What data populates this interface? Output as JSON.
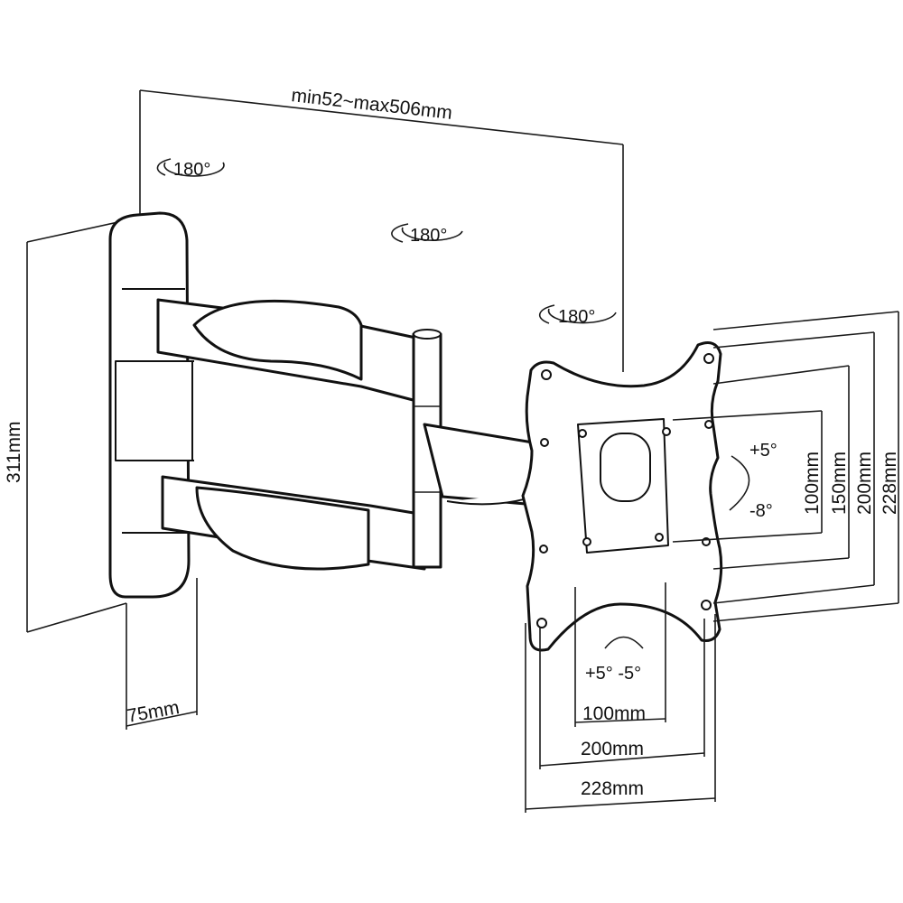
{
  "title": "Full-motion TV wall mount dimension drawing",
  "labels": {
    "extension": "min52~max506mm",
    "rotation_wall": "180°",
    "rotation_middle": "180°",
    "rotation_head": "180°",
    "height": "311mm",
    "wall_plate_width": "75mm",
    "tilt_up": "+5°",
    "tilt_down": "-8°",
    "vesa_v_100": "100mm",
    "vesa_v_150": "150mm",
    "vesa_v_200": "200mm",
    "vesa_v_228": "228mm",
    "swivel": "+5° -5°",
    "vesa_h_100": "100mm",
    "vesa_h_200": "200mm",
    "vesa_h_228": "228mm"
  }
}
